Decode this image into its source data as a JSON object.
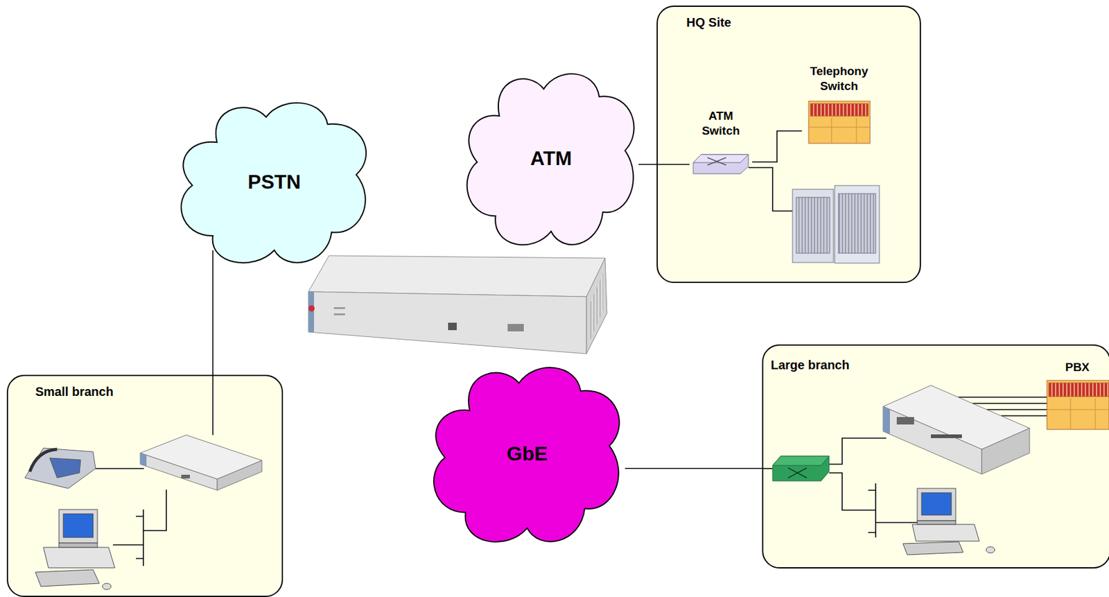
{
  "diagram": {
    "nodes": [
      {
        "text": [
          "HQ Site"
        ]
      },
      {
        "text": [
          "Telephony Switch"
        ],
        "in": 0
      },
      {
        "text": [
          "ATM Switch"
        ],
        "in": 0
      },
      {
        "text": [
          "ATM"
        ]
      },
      {
        "text": [
          "PSTN"
        ]
      },
      {
        "text": [
          "GbE"
        ]
      },
      {
        "text": [
          "Small branch"
        ]
      },
      {
        "text": [
          "Large branch"
        ]
      },
      {
        "text": [
          "PBX"
        ],
        "in": 7
      }
    ],
    "edges": [
      {
        "from": 3,
        "to": 2,
        "arrow": "none"
      },
      {
        "from": 2,
        "to": 1,
        "arrow": "none"
      },
      {
        "from": 4,
        "to": 6,
        "arrow": "none"
      },
      {
        "from": 5,
        "to": 7,
        "arrow": "none"
      }
    ]
  }
}
